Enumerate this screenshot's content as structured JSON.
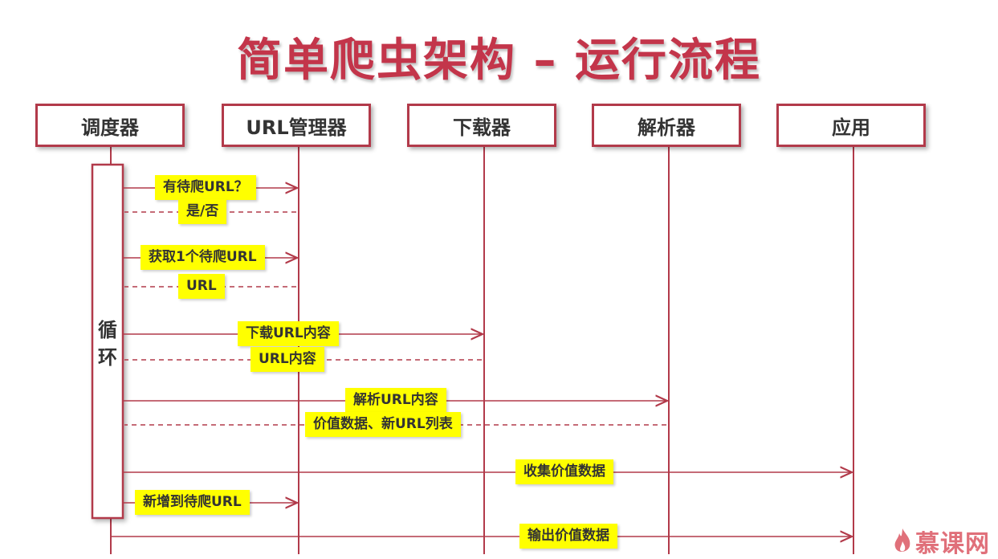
{
  "title": "简单爬虫架构 – 运行流程",
  "participants": [
    "调度器",
    "URL管理器",
    "下载器",
    "解析器",
    "应用"
  ],
  "loop_label": "循环",
  "messages": [
    {
      "label": "有待爬URL？",
      "from": 0,
      "to": 1,
      "style": "solid"
    },
    {
      "label": "是/否",
      "from": 1,
      "to": 0,
      "style": "dashed"
    },
    {
      "label": "获取1个待爬URL",
      "from": 0,
      "to": 1,
      "style": "solid"
    },
    {
      "label": "URL",
      "from": 1,
      "to": 0,
      "style": "dashed"
    },
    {
      "label": "下载URL内容",
      "from": 0,
      "to": 2,
      "style": "solid"
    },
    {
      "label": "URL内容",
      "from": 2,
      "to": 0,
      "style": "dashed"
    },
    {
      "label": "解析URL内容",
      "from": 0,
      "to": 3,
      "style": "solid"
    },
    {
      "label": "价值数据、新URL列表",
      "from": 3,
      "to": 0,
      "style": "dashed"
    },
    {
      "label": "收集价值数据",
      "from": 0,
      "to": 4,
      "style": "solid"
    },
    {
      "label": "新增到待爬URL",
      "from": 0,
      "to": 1,
      "style": "solid"
    },
    {
      "label": "输出价值数据",
      "from": 0,
      "to": 4,
      "style": "solid"
    }
  ],
  "colors": {
    "line": "#b23a4a",
    "label_bg": "#ffff00",
    "title": "#c3354a"
  },
  "logo_text": "慕课网"
}
